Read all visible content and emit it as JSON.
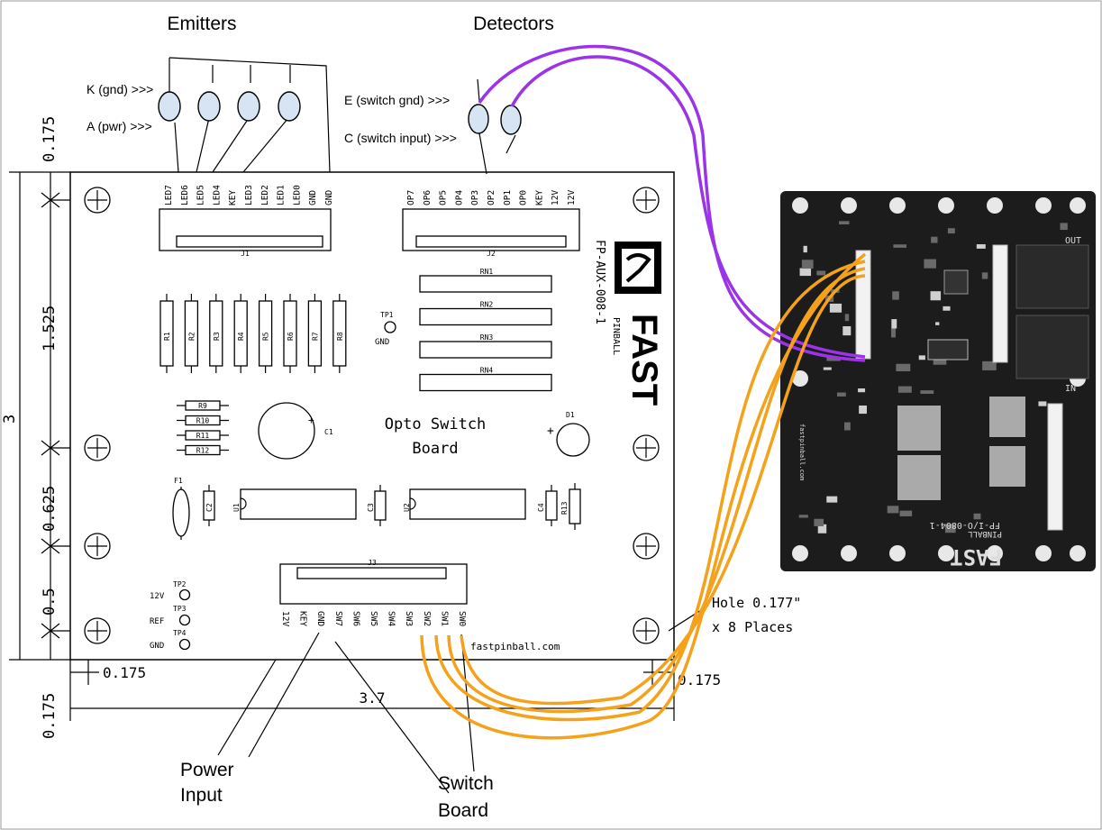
{
  "headings": {
    "emitters": "Emitters",
    "detectors": "Detectors"
  },
  "emitter_labels": {
    "k": "K (gnd) >>>",
    "a": "A (pwr) >>>"
  },
  "detector_labels": {
    "e": "E (switch gnd) >>>",
    "c": "C (switch input) >>>"
  },
  "j1": {
    "name": "J1",
    "pins": [
      "LED7",
      "LED6",
      "LED5",
      "LED4",
      "KEY",
      "LED3",
      "LED2",
      "LED1",
      "LED0",
      "GND",
      "GND"
    ]
  },
  "j2": {
    "name": "J2",
    "pins": [
      "OP7",
      "OP6",
      "OP5",
      "OP4",
      "OP3",
      "OP2",
      "OP1",
      "OP0",
      "KEY",
      "12V",
      "12V"
    ]
  },
  "j3": {
    "name": "J3",
    "pins": [
      "12V",
      "KEY",
      "GND",
      "SW7",
      "SW6",
      "SW5",
      "SW4",
      "SW3",
      "SW2",
      "SW1",
      "SW0"
    ]
  },
  "resistors": [
    "R1",
    "R2",
    "R3",
    "R4",
    "R5",
    "R6",
    "R7",
    "R8"
  ],
  "h_resistors": [
    "R9",
    "R10",
    "R11",
    "R12"
  ],
  "networks": [
    "RN1",
    "RN2",
    "RN3",
    "RN4"
  ],
  "parts": {
    "c1": "C1",
    "c2": "C2",
    "c3": "C3",
    "c4": "C4",
    "u1": "U1",
    "u2": "U2",
    "r13": "R13",
    "f1": "F1",
    "d1": "D1",
    "plus": "+",
    "plus2": "+"
  },
  "testpoints": {
    "tp1": "TP1",
    "tp1_net": "GND",
    "tp2": "TP2",
    "tp2_net": "12V",
    "tp3": "TP3",
    "tp3_net": "REF",
    "tp4": "TP4",
    "tp4_net": "GND"
  },
  "board": {
    "title1": "Opto Switch",
    "title2": "Board",
    "part_no": "FP-AUX-008-1",
    "brand": "FAST",
    "brand_sub": "PINBALL",
    "url": "fastpinball.com"
  },
  "dims": {
    "top_left_v": "0.175",
    "v_1525": "1.525",
    "v_0625": "0.625",
    "v_05": "0.5",
    "v_0175b": "0.175",
    "total_h": "3",
    "bottom_left": "0.175",
    "total_w": "3.7",
    "bottom_right": "0.175",
    "hole1": "Hole 0.177\"",
    "hole2": "x 8 Places"
  },
  "annotations": {
    "power1": "Power",
    "power2": "Input",
    "switch1": "Switch",
    "switch2": "Board"
  },
  "io_board": {
    "part_no": "FP-I/O-0804-1",
    "brand": "FAST",
    "brand_sub": "PINBALL",
    "out": "OUT",
    "in": "IN",
    "url": "fastpinball.com"
  },
  "colors": {
    "led": "#d6e4f4",
    "purple_wire": "#9b34e8",
    "orange_wire": "#f5a11a",
    "pcb": "#1c1c1c"
  }
}
